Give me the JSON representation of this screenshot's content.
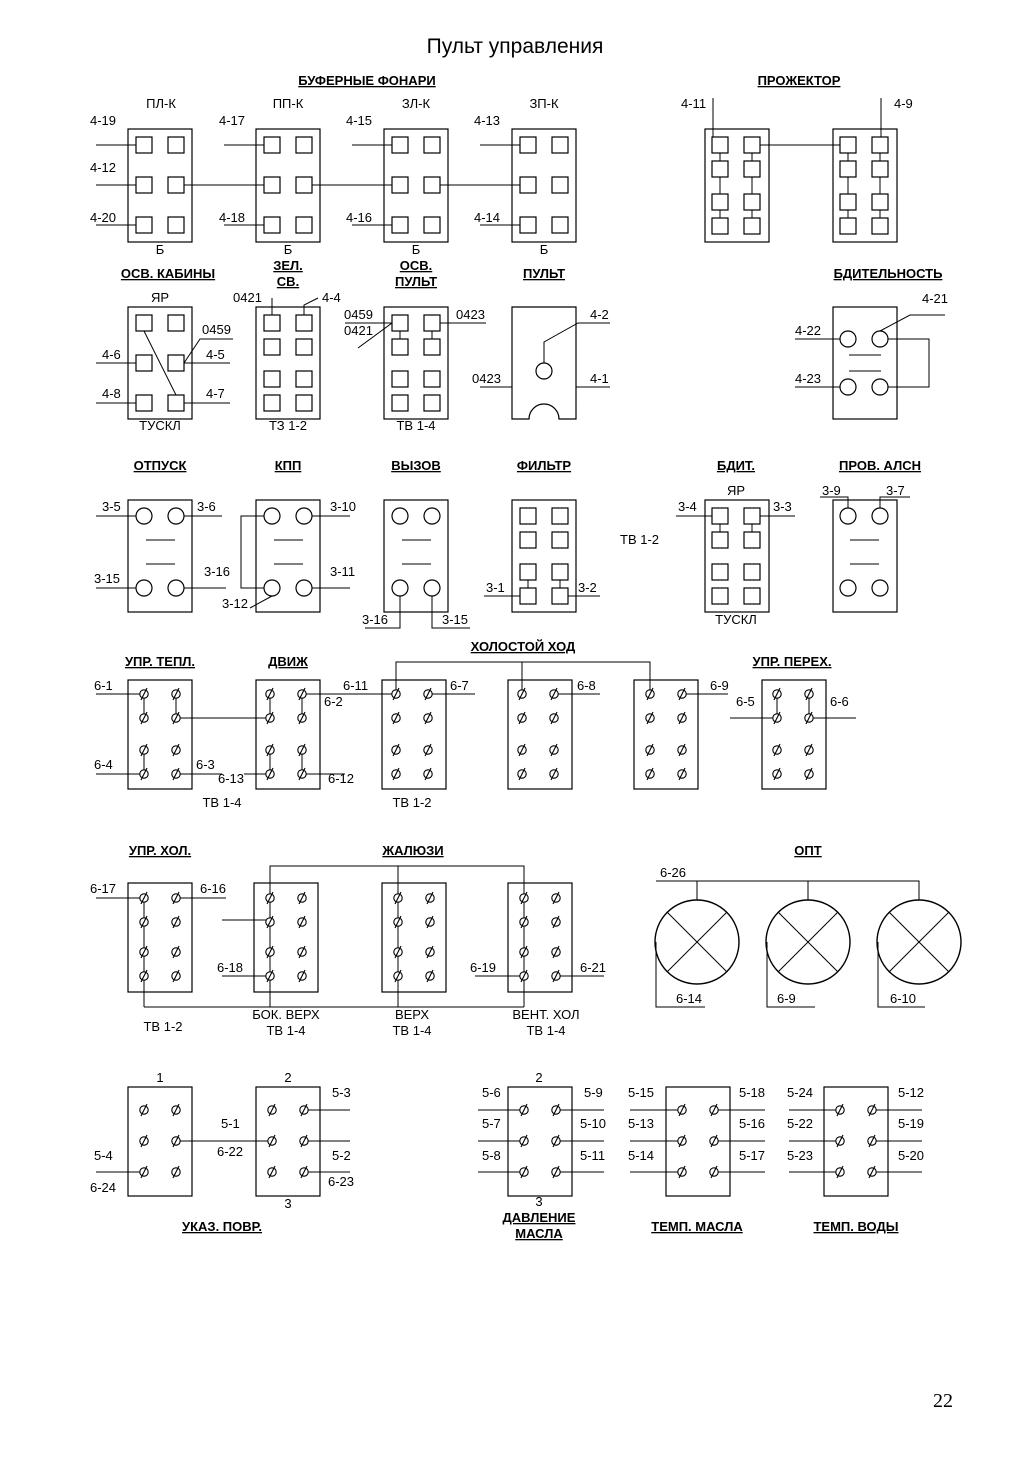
{
  "page": {
    "title": "Пульт управления",
    "page_number": "22"
  },
  "headers": {
    "bufer": "БУФЕРНЫЕ ФОНАРИ",
    "prozhektor": "ПРОЖЕКТОР",
    "osv_kabiny": "ОСВ. КАБИНЫ",
    "zel_sv_1": "ЗЕЛ.",
    "zel_sv_2": "СВ.",
    "osv_pult_1": "ОСВ.",
    "osv_pult_2": "ПУЛЬТ",
    "pult": "ПУЛЬТ",
    "bditelnost": "БДИТЕЛЬНОСТЬ",
    "otpusk": "ОТПУСК",
    "kpp": "КПП",
    "vyzov": "ВЫЗОВ",
    "filtr": "ФИЛЬТР",
    "bdit": "БДИТ.",
    "prov_alsn": "ПРОВ. АЛСН",
    "upr_tepl": "УПР. ТЕПЛ.",
    "dvizh": "ДВИЖ",
    "holost": "ХОЛОСТОЙ ХОД",
    "upr_pereh": "УПР. ПЕРЕХ.",
    "upr_hol": "УПР. ХОЛ.",
    "zhaluzi": "ЖАЛЮЗИ",
    "opt": "ОПТ",
    "ukaz_povr": "УКАЗ. ПОВР.",
    "davlenie_1": "ДАВЛЕНИЕ",
    "davlenie_2": "МАСЛА",
    "temp_masla": "ТЕМП. МАСЛА",
    "temp_vody": "ТЕМП. ВОДЫ"
  },
  "labels": {
    "pl_k": "ПЛ-К",
    "pp_k": "ПП-К",
    "zl_k": "ЗЛ-К",
    "zp_k": "ЗП-К",
    "b": "Б",
    "w4_19": "4-19",
    "w4_12": "4-12",
    "w4_20": "4-20",
    "w4_17": "4-17",
    "w4_18": "4-18",
    "w4_15": "4-15",
    "w4_16": "4-16",
    "w4_13": "4-13",
    "w4_14": "4-14",
    "w4_11": "4-11",
    "w4_9": "4-9",
    "yar": "ЯР",
    "tuskl": "ТУСКЛ",
    "w0459": "0459",
    "w0421": "0421",
    "w0423": "0423",
    "w4_6": "4-6",
    "w4_5": "4-5",
    "w4_8": "4-8",
    "w4_7": "4-7",
    "w4_4": "4-4",
    "w4_2": "4-2",
    "w4_1": "4-1",
    "w4_21": "4-21",
    "w4_22": "4-22",
    "w4_23": "4-23",
    "tz_1_2": "ТЗ 1-2",
    "tv_1_4": "ТВ 1-4",
    "tv_1_2": "ТВ 1-2",
    "w3_5": "3-5",
    "w3_6": "3-6",
    "w3_15": "3-15",
    "w3_16": "3-16",
    "w3_10": "3-10",
    "w3_11": "3-11",
    "w3_12": "3-12",
    "w3_1": "3-1",
    "w3_2": "3-2",
    "w3_4": "3-4",
    "w3_3": "3-3",
    "w3_9": "3-9",
    "w3_7": "3-7",
    "w6_1": "6-1",
    "w6_4": "6-4",
    "w6_3": "6-3",
    "w6_13": "6-13",
    "w6_2": "6-2",
    "w6_12": "6-12",
    "w6_11": "6-11",
    "w6_7": "6-7",
    "w6_8": "6-8",
    "w6_9": "6-9",
    "w6_5": "6-5",
    "w6_6": "6-6",
    "w6_17": "6-17",
    "w6_16": "6-16",
    "w6_18": "6-18",
    "w6_19": "6-19",
    "w6_21": "6-21",
    "w6_26": "6-26",
    "w6_14": "6-14",
    "w6_10": "6-10",
    "bok_verh": "БОК. ВЕРХ",
    "verh": "ВЕРХ",
    "vent_hol": "ВЕНТ. ХОЛ",
    "n1": "1",
    "n2": "2",
    "n3": "3",
    "w5_3": "5-3",
    "w5_1": "5-1",
    "w6_22": "6-22",
    "w5_4": "5-4",
    "w6_24": "6-24",
    "w5_2": "5-2",
    "w6_23": "6-23",
    "w5_6": "5-6",
    "w5_7": "5-7",
    "w5_8": "5-8",
    "w5_9": "5-9",
    "w5_10": "5-10",
    "w5_11": "5-11",
    "w5_15": "5-15",
    "w5_13": "5-13",
    "w5_14": "5-14",
    "w5_18": "5-18",
    "w5_16": "5-16",
    "w5_17": "5-17",
    "w5_24": "5-24",
    "w5_22": "5-22",
    "w5_23": "5-23",
    "w5_12": "5-12",
    "w5_19": "5-19",
    "w5_20": "5-20"
  }
}
